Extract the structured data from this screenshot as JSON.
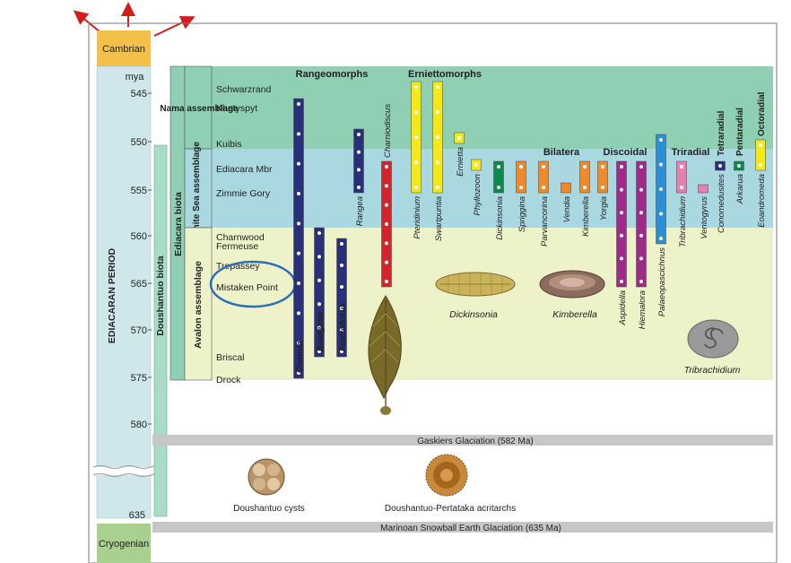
{
  "colors": {
    "cambrian": "#f5c04a",
    "cryogenian": "#a9d08e",
    "ediacaran_col": "#cfe7ea",
    "doushantuo_col": "#a8dcc6",
    "nama_band": "#8fcfb4",
    "white_sea_band": "#a9d8e0",
    "avalon_band": "#eef2c8",
    "glaciation": "#c7c7c7",
    "navy": "#2a2f7a",
    "red": "#d4232b",
    "yellow": "#f6e816",
    "green": "#0c8a4c",
    "orange": "#ef8a2a",
    "purple": "#9e2a8a",
    "blue": "#2a8fd3",
    "pink": "#e87fb0",
    "highlight_ring": "#2f6db5",
    "arrow": "#d41c1c"
  },
  "periods": {
    "top": "Cambrian",
    "bottom": "Cryogenian",
    "main": "EDIACARAN PERIOD"
  },
  "axis": {
    "unit": "mya",
    "ticks": [
      "545",
      "550",
      "555",
      "560",
      "565",
      "570",
      "575",
      "580"
    ],
    "bottom_tick": "635"
  },
  "biotas": {
    "doushantuo": "Doushantuo biota",
    "ediacara": "Ediacara biota"
  },
  "assemblages": {
    "nama": "Nama assemblage",
    "white_sea": "White Sea assemblage",
    "avalon": "Avalon assemblage"
  },
  "localities": [
    "Schwarzrand",
    "Khatyspyt",
    "Kuibis",
    "Ediacara Mbr",
    "Zimmie Gory",
    "Charnwood",
    "Fermeuse",
    "Trepassey",
    "Mistaken Point",
    "Briscal",
    "Drock"
  ],
  "groups": {
    "rangeomorphs": "Rangeomorphs",
    "erniettomorphs": "Erniettomorphs",
    "bilatera": "Bilatera",
    "discoidal": "Discoidal",
    "triradial": "Triradial",
    "tetraradial": "Tetraradial",
    "pentaradial": "Pentaradial",
    "octoradial": "Octoradial"
  },
  "taxa": {
    "charnia": "Charnia",
    "bradgatia": "Bradgatia",
    "fractofusus": "Fractofusus",
    "rangea": "Rangea",
    "charniodiscus": "Charniodiscus",
    "pteridinium": "Pteridinium",
    "swartpuntia": "Swartpuntia",
    "ernietta": "Ernietta",
    "phyllozoon": "Phyllozoon",
    "dickinsonia": "Dickinsonia",
    "spriggina": "Spriggina",
    "parvancorina": "Parvancorina",
    "vendia": "Vendia",
    "kimberella": "Kimberella",
    "yorgia": "Yorgia",
    "aspidella": "Aspidella",
    "hiemalora": "Hiemalora",
    "palaeopascichnus": "Palaeopascichnus",
    "tribrachidium": "Tribrachidium",
    "ventogyrus": "Ventogyrus",
    "conomedusites": "Conomedusites",
    "arkarua": "Arkarua",
    "eoandromeda": "Eoandromeda"
  },
  "specimens": {
    "dickinsonia": "Dickinsonia",
    "kimberella": "Kimberella",
    "tribrachidium": "Tribrachidium",
    "doushantuo_cysts": "Doushantuo cysts",
    "acritarchs": "Doushantuo-Pertataka acritarchs"
  },
  "glaciations": {
    "gaskiers": "Gaskiers Glaciation (582 Ma)",
    "marinoan": "Marinoan Snowball Earth Glaciation (635 Ma)"
  }
}
